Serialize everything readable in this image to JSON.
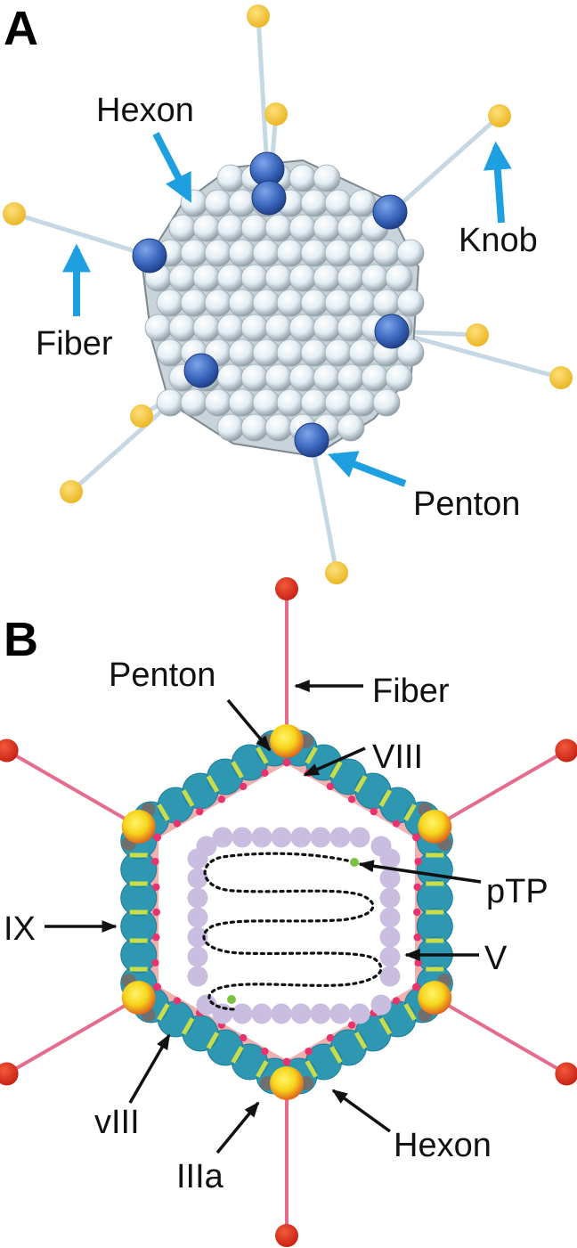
{
  "panel_a": {
    "label": "A",
    "callouts": {
      "hexon": "Hexon",
      "knob": "Knob",
      "fiber": "Fiber",
      "penton": "Penton"
    },
    "colors": {
      "hexon_sphere": "#e6eef4",
      "penton_base": "#3f6fc4",
      "fiber_shaft": "#c6d8e4",
      "knob": "#f2c232",
      "arrow": "#1ea0e0"
    }
  },
  "panel_b": {
    "label": "B",
    "callouts": {
      "penton": "Penton",
      "fiber": "Fiber",
      "viii_upper": "VIII",
      "ptp": "pTP",
      "ix": "IX",
      "v": "V",
      "viii_lower": "vIII",
      "hexon": "Hexon",
      "iiia": "IIIa"
    },
    "colors": {
      "hexon": "#2e97b2",
      "penton": "#f2d21a",
      "penton_glow": "#e46a1e",
      "fiber": "#e56c8c",
      "knob": "#d9261c",
      "protein_ix": "#c9dd4a",
      "protein_viii": "#e8346e",
      "inner_shell": "#f0b0b0",
      "core_protein": "#c9bde0",
      "ptp": "#7cc242",
      "genome": "#111111",
      "arrow": "#111111"
    }
  }
}
